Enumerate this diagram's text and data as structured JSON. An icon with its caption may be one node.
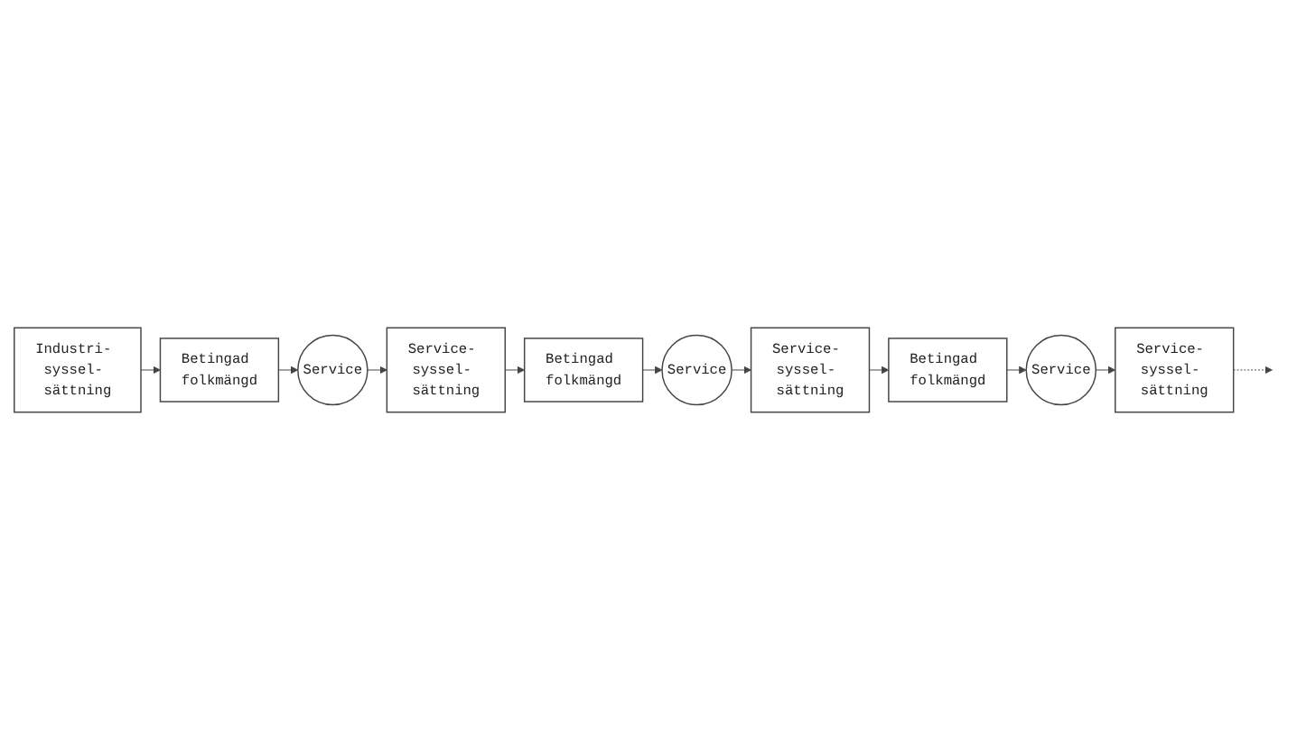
{
  "diagram": {
    "nodes": [
      {
        "text": [
          "Industri- syssel- sättning"
        ]
      },
      {
        "text": [
          "Betingad folkmängd"
        ]
      },
      {
        "text": [
          "Service- syssel- sättning"
        ]
      },
      {
        "text": [
          "Betingad folkmängd"
        ]
      },
      {
        "text": [
          "Service- syssel- sättning"
        ]
      },
      {
        "text": [
          "Betingad folkmängd"
        ]
      },
      {
        "text": [
          "Service- syssel- sättning"
        ]
      },
      {
        "text": [
          "Service"
        ]
      },
      {
        "text": [
          "Service"
        ]
      },
      {
        "text": [
          "Service"
        ]
      }
    ],
    "edges": [
      {
        "from": 0,
        "to": 1,
        "arrow": "to"
      },
      {
        "from": 2,
        "to": 3,
        "arrow": "to"
      },
      {
        "from": 4,
        "to": 5,
        "arrow": "to"
      },
      {
        "from": 6,
        "to": null,
        "arrow": "to",
        "style": "dashed"
      },
      {
        "from": 5,
        "to": 7,
        "arrow": "to"
      },
      {
        "from": 7,
        "to": 6,
        "arrow": "to"
      },
      {
        "from": 3,
        "to": 8,
        "arrow": "to"
      },
      {
        "from": 8,
        "to": 4,
        "arrow": "to"
      },
      {
        "from": 1,
        "to": 9,
        "arrow": "to"
      },
      {
        "from": 9,
        "to": 2,
        "arrow": "to"
      }
    ]
  }
}
